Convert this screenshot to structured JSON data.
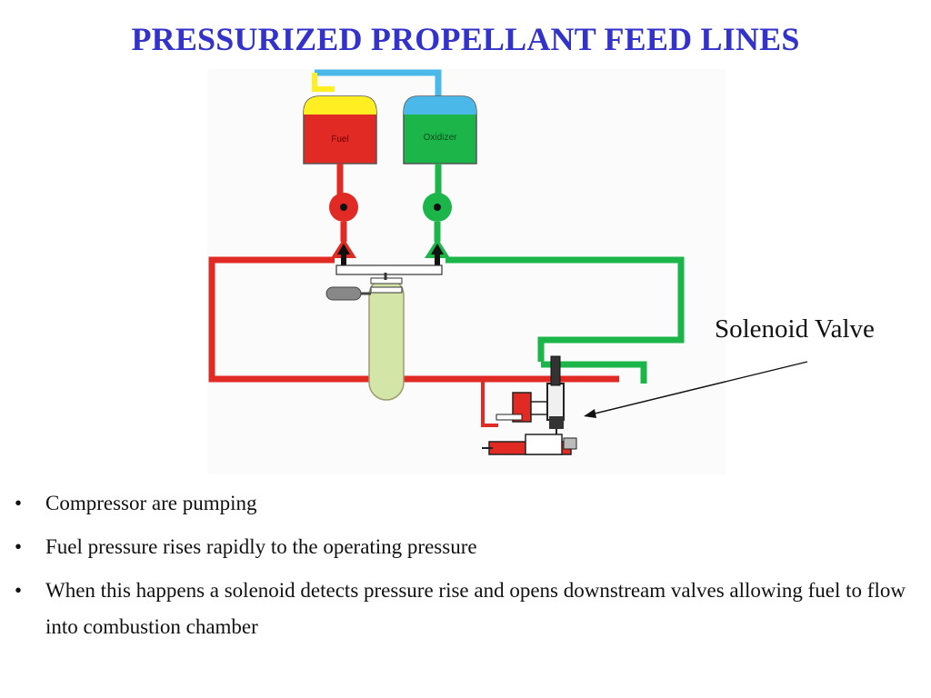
{
  "slide": {
    "title": "PRESSURIZED PROPELLANT FEED LINES"
  },
  "diagram": {
    "fuel_tank_label": "Fuel",
    "oxidizer_tank_label": "Oxidizer",
    "callout_label": "Solenoid Valve",
    "colors": {
      "fuel": "#e02a23",
      "oxidizer": "#1cb54a",
      "pressurant": "#4ab8e8",
      "ullage": "#ffee22",
      "accumulator": "#d3e6a8",
      "valve_body": "#222222"
    }
  },
  "bullets": [
    {
      "marker": "•",
      "text": "Compressor are pumping"
    },
    {
      "marker": "•",
      "text": "Fuel pressure rises rapidly to the operating pressure"
    },
    {
      "marker": "•",
      "text": "When this happens a solenoid detects pressure rise and opens downstream valves allowing fuel to flow into combustion chamber"
    }
  ]
}
